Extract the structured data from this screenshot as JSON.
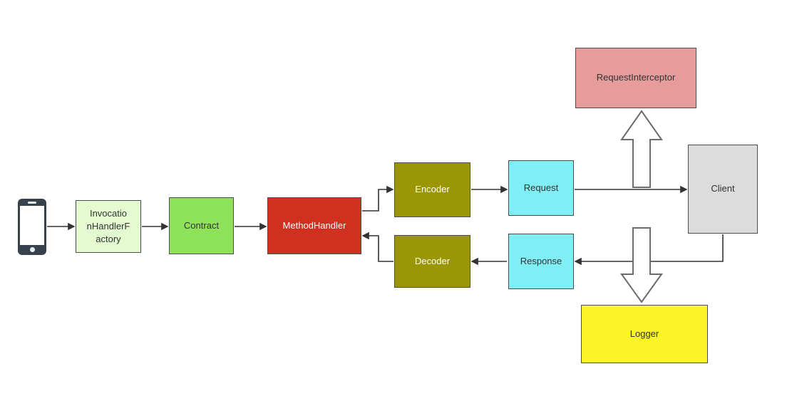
{
  "nodes": {
    "invocation_handler_factory": {
      "label": "Invocatio\nnHandlerF\nactory",
      "color": "#e4fbd2",
      "text_color": "#333333"
    },
    "contract": {
      "label": "Contract",
      "color": "#8de25a",
      "text_color": "#333333"
    },
    "method_handler": {
      "label": "MethodHandler",
      "color": "#d0301f",
      "text_color": "#ffffff"
    },
    "encoder": {
      "label": "Encoder",
      "color": "#9b9603",
      "text_color": "#ffffff"
    },
    "decoder": {
      "label": "Decoder",
      "color": "#9b9603",
      "text_color": "#ffffff"
    },
    "request": {
      "label": "Request",
      "color": "#80eef5",
      "text_color": "#333333"
    },
    "response": {
      "label": "Response",
      "color": "#80eef5",
      "text_color": "#333333"
    },
    "request_interceptor": {
      "label": "RequestInterceptor",
      "color": "#e79c9c",
      "text_color": "#333333"
    },
    "client": {
      "label": "Client",
      "color": "#dcdcdc",
      "text_color": "#333333"
    },
    "logger": {
      "label": "Logger",
      "color": "#faf428",
      "text_color": "#333333"
    }
  },
  "icons": {
    "smartphone": "smartphone-icon"
  },
  "line_color": "#333333",
  "block_arrow": {
    "fill": "#ffffff",
    "stroke": "#6b6b6b"
  },
  "edges": [
    {
      "from": "smartphone",
      "to": "invocation_handler_factory",
      "style": "line-arrow"
    },
    {
      "from": "invocation_handler_factory",
      "to": "contract",
      "style": "line-arrow"
    },
    {
      "from": "contract",
      "to": "method_handler",
      "style": "line-arrow"
    },
    {
      "from": "method_handler",
      "to": "encoder",
      "style": "line-arrow"
    },
    {
      "from": "encoder",
      "to": "request",
      "style": "line-arrow"
    },
    {
      "from": "request",
      "to": "client",
      "style": "line-arrow"
    },
    {
      "from": "client",
      "to": "request_interceptor",
      "style": "block-arrow-up"
    },
    {
      "from": "client",
      "to": "response",
      "style": "line-arrow"
    },
    {
      "from": "response",
      "to": "decoder",
      "style": "line-arrow"
    },
    {
      "from": "decoder",
      "to": "method_handler",
      "style": "line-arrow"
    },
    {
      "from": "client",
      "to": "logger",
      "style": "block-arrow-down"
    }
  ]
}
